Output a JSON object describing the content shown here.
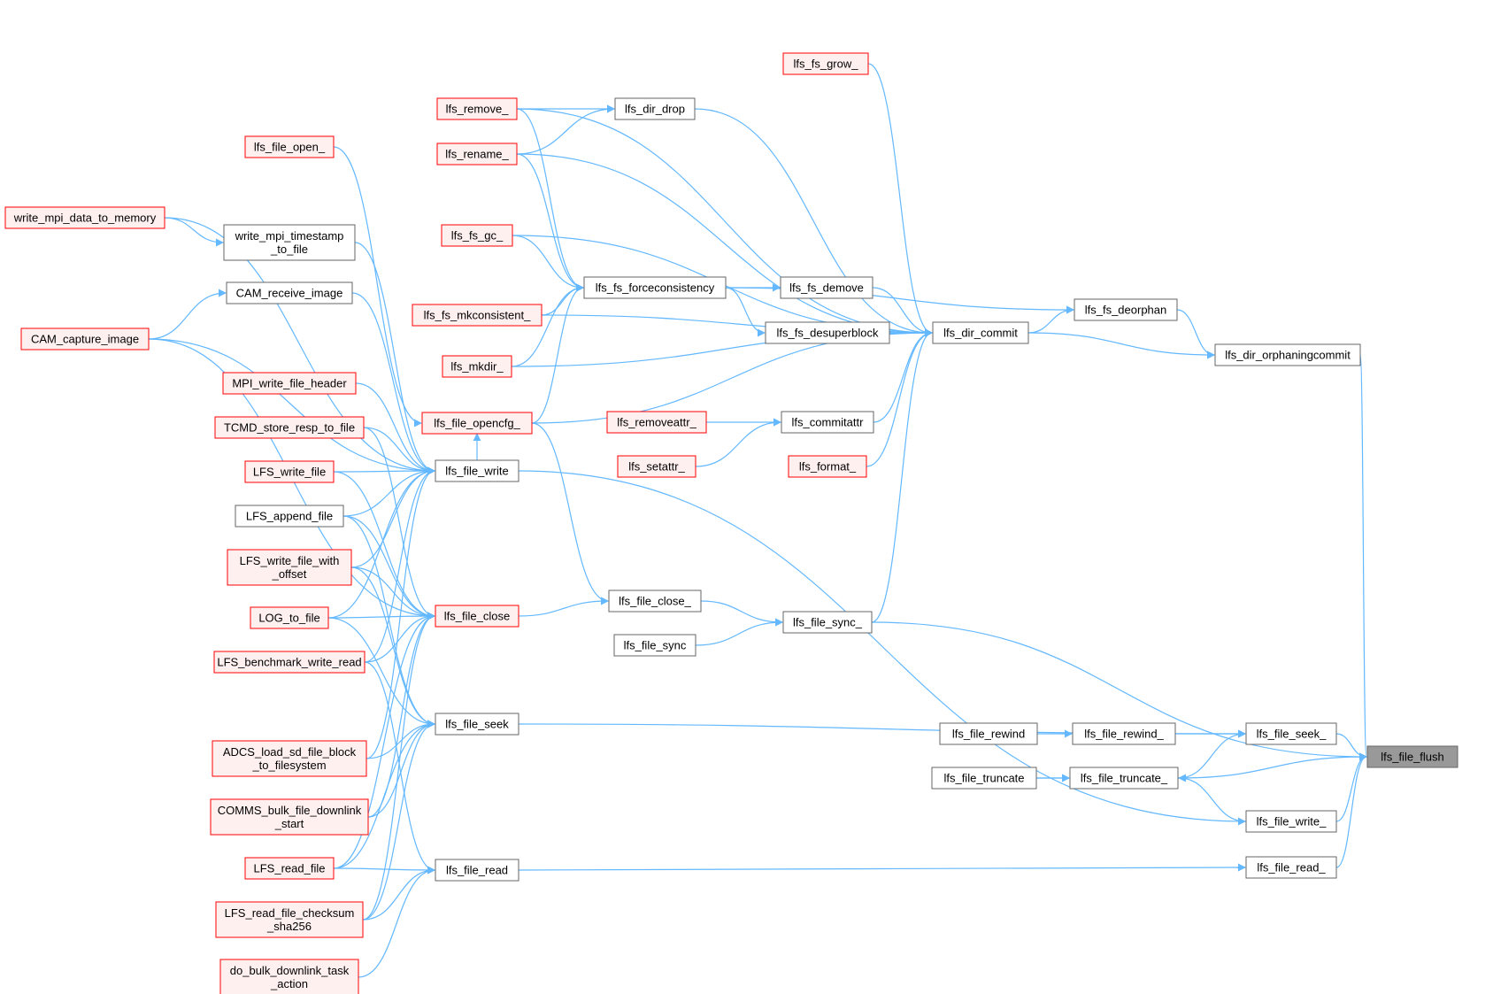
{
  "colors": {
    "edge": "#63b8ff",
    "node_border_normal": "#666666",
    "node_fill_normal": "#ffffff",
    "node_border_truncated": "#ff0000",
    "node_fill_truncated": "#fff0f0",
    "node_fill_focus": "#999999",
    "node_border_focus": "#666666"
  },
  "nodes": [
    {
      "id": "lfs_file_flush",
      "lines": [
        "lfs_file_flush"
      ],
      "style": "focus"
    },
    {
      "id": "lfs_dir_orphaningcommit",
      "lines": [
        "lfs_dir_orphaningcommit"
      ],
      "style": "normal"
    },
    {
      "id": "lfs_file_seek_",
      "lines": [
        "lfs_file_seek_"
      ],
      "style": "normal"
    },
    {
      "id": "lfs_file_truncate_",
      "lines": [
        "lfs_file_truncate_"
      ],
      "style": "normal"
    },
    {
      "id": "lfs_file_write_",
      "lines": [
        "lfs_file_write_"
      ],
      "style": "normal"
    },
    {
      "id": "lfs_file_read_",
      "lines": [
        "lfs_file_read_"
      ],
      "style": "normal"
    },
    {
      "id": "lfs_fs_deorphan",
      "lines": [
        "lfs_fs_deorphan"
      ],
      "style": "normal"
    },
    {
      "id": "lfs_dir_commit",
      "lines": [
        "lfs_dir_commit"
      ],
      "style": "normal"
    },
    {
      "id": "lfs_file_rewind_",
      "lines": [
        "lfs_file_rewind_"
      ],
      "style": "normal"
    },
    {
      "id": "lfs_file_rewind",
      "lines": [
        "lfs_file_rewind"
      ],
      "style": "normal"
    },
    {
      "id": "lfs_file_truncate",
      "lines": [
        "lfs_file_truncate"
      ],
      "style": "normal"
    },
    {
      "id": "lfs_fs_grow_",
      "lines": [
        "lfs_fs_grow_"
      ],
      "style": "truncated"
    },
    {
      "id": "lfs_dir_drop",
      "lines": [
        "lfs_dir_drop"
      ],
      "style": "normal"
    },
    {
      "id": "lfs_fs_demove",
      "lines": [
        "lfs_fs_demove"
      ],
      "style": "normal"
    },
    {
      "id": "lfs_fs_desuperblock",
      "lines": [
        "lfs_fs_desuperblock"
      ],
      "style": "normal"
    },
    {
      "id": "lfs_commitattr",
      "lines": [
        "lfs_commitattr"
      ],
      "style": "normal"
    },
    {
      "id": "lfs_format_",
      "lines": [
        "lfs_format_"
      ],
      "style": "truncated"
    },
    {
      "id": "lfs_file_sync_",
      "lines": [
        "lfs_file_sync_"
      ],
      "style": "normal"
    },
    {
      "id": "lfs_removeattr_",
      "lines": [
        "lfs_removeattr_"
      ],
      "style": "truncated"
    },
    {
      "id": "lfs_setattr_",
      "lines": [
        "lfs_setattr_"
      ],
      "style": "truncated"
    },
    {
      "id": "lfs_file_close_",
      "lines": [
        "lfs_file_close_"
      ],
      "style": "normal"
    },
    {
      "id": "lfs_file_sync",
      "lines": [
        "lfs_file_sync"
      ],
      "style": "normal"
    },
    {
      "id": "lfs_fs_forceconsistency",
      "lines": [
        "lfs_fs_forceconsistency"
      ],
      "style": "normal"
    },
    {
      "id": "lfs_remove_",
      "lines": [
        "lfs_remove_"
      ],
      "style": "truncated"
    },
    {
      "id": "lfs_rename_",
      "lines": [
        "lfs_rename_"
      ],
      "style": "truncated"
    },
    {
      "id": "lfs_fs_gc_",
      "lines": [
        "lfs_fs_gc_"
      ],
      "style": "truncated"
    },
    {
      "id": "lfs_fs_mkconsistent_",
      "lines": [
        "lfs_fs_mkconsistent_"
      ],
      "style": "truncated"
    },
    {
      "id": "lfs_mkdir_",
      "lines": [
        "lfs_mkdir_"
      ],
      "style": "truncated"
    },
    {
      "id": "lfs_file_opencfg_",
      "lines": [
        "lfs_file_opencfg_"
      ],
      "style": "truncated"
    },
    {
      "id": "lfs_file_write",
      "lines": [
        "lfs_file_write"
      ],
      "style": "normal"
    },
    {
      "id": "lfs_file_close",
      "lines": [
        "lfs_file_close"
      ],
      "style": "truncated"
    },
    {
      "id": "lfs_file_seek",
      "lines": [
        "lfs_file_seek"
      ],
      "style": "normal"
    },
    {
      "id": "lfs_file_read",
      "lines": [
        "lfs_file_read"
      ],
      "style": "normal"
    },
    {
      "id": "lfs_file_open_",
      "lines": [
        "lfs_file_open_"
      ],
      "style": "truncated"
    },
    {
      "id": "write_mpi_data_to_memory",
      "lines": [
        "write_mpi_data_to_memory"
      ],
      "style": "truncated"
    },
    {
      "id": "write_mpi_timestamp_to_file",
      "lines": [
        "write_mpi_timestamp",
        "_to_file"
      ],
      "style": "normal"
    },
    {
      "id": "CAM_receive_image",
      "lines": [
        "CAM_receive_image"
      ],
      "style": "normal"
    },
    {
      "id": "CAM_capture_image",
      "lines": [
        "CAM_capture_image"
      ],
      "style": "truncated"
    },
    {
      "id": "MPI_write_file_header",
      "lines": [
        "MPI_write_file_header"
      ],
      "style": "truncated"
    },
    {
      "id": "TCMD_store_resp_to_file",
      "lines": [
        "TCMD_store_resp_to_file"
      ],
      "style": "truncated"
    },
    {
      "id": "LFS_write_file",
      "lines": [
        "LFS_write_file"
      ],
      "style": "truncated"
    },
    {
      "id": "LFS_append_file",
      "lines": [
        "LFS_append_file"
      ],
      "style": "normal"
    },
    {
      "id": "LFS_write_file_with_offset",
      "lines": [
        "LFS_write_file_with",
        "_offset"
      ],
      "style": "truncated"
    },
    {
      "id": "LOG_to_file",
      "lines": [
        "LOG_to_file"
      ],
      "style": "truncated"
    },
    {
      "id": "LFS_benchmark_write_read",
      "lines": [
        "LFS_benchmark_write_read"
      ],
      "style": "truncated"
    },
    {
      "id": "ADCS_load_sd_file_block_to_filesystem",
      "lines": [
        "ADCS_load_sd_file_block",
        "_to_filesystem"
      ],
      "style": "truncated"
    },
    {
      "id": "COMMS_bulk_file_downlink_start",
      "lines": [
        "COMMS_bulk_file_downlink",
        "_start"
      ],
      "style": "truncated"
    },
    {
      "id": "LFS_read_file",
      "lines": [
        "LFS_read_file"
      ],
      "style": "truncated"
    },
    {
      "id": "LFS_read_file_checksum_sha256",
      "lines": [
        "LFS_read_file_checksum",
        "_sha256"
      ],
      "style": "truncated"
    },
    {
      "id": "do_bulk_downlink_task_action",
      "lines": [
        "do_bulk_downlink_task",
        "_action"
      ],
      "style": "truncated"
    }
  ],
  "edges": [
    [
      "lfs_dir_orphaningcommit",
      "lfs_file_flush"
    ],
    [
      "lfs_file_seek_",
      "lfs_file_flush"
    ],
    [
      "lfs_file_truncate_",
      "lfs_file_flush"
    ],
    [
      "lfs_file_write_",
      "lfs_file_flush"
    ],
    [
      "lfs_file_read_",
      "lfs_file_flush"
    ],
    [
      "lfs_file_sync_",
      "lfs_file_flush"
    ],
    [
      "lfs_fs_deorphan",
      "lfs_dir_orphaningcommit"
    ],
    [
      "lfs_dir_commit",
      "lfs_dir_orphaningcommit"
    ],
    [
      "lfs_file_rewind_",
      "lfs_file_seek_"
    ],
    [
      "lfs_file_truncate_",
      "lfs_file_seek_"
    ],
    [
      "lfs_file_seek",
      "lfs_file_seek_"
    ],
    [
      "lfs_file_truncate",
      "lfs_file_truncate_"
    ],
    [
      "lfs_file_write_",
      "lfs_file_truncate_"
    ],
    [
      "lfs_file_write",
      "lfs_file_write_"
    ],
    [
      "lfs_file_read",
      "lfs_file_read_"
    ],
    [
      "lfs_dir_commit",
      "lfs_fs_deorphan"
    ],
    [
      "lfs_fs_forceconsistency",
      "lfs_fs_deorphan"
    ],
    [
      "lfs_file_rewind",
      "lfs_file_rewind_"
    ],
    [
      "lfs_file_truncate",
      "lfs_file_truncate_"
    ],
    [
      "lfs_fs_grow_",
      "lfs_dir_commit"
    ],
    [
      "lfs_dir_drop",
      "lfs_dir_commit"
    ],
    [
      "lfs_remove_",
      "lfs_dir_commit"
    ],
    [
      "lfs_rename_",
      "lfs_dir_commit"
    ],
    [
      "lfs_fs_gc_",
      "lfs_dir_commit"
    ],
    [
      "lfs_fs_demove",
      "lfs_dir_commit"
    ],
    [
      "lfs_fs_desuperblock",
      "lfs_dir_commit"
    ],
    [
      "lfs_fs_mkconsistent_",
      "lfs_dir_commit"
    ],
    [
      "lfs_commitattr",
      "lfs_dir_commit"
    ],
    [
      "lfs_format_",
      "lfs_dir_commit"
    ],
    [
      "lfs_mkdir_",
      "lfs_dir_commit"
    ],
    [
      "lfs_file_opencfg_",
      "lfs_dir_commit"
    ],
    [
      "lfs_file_sync_",
      "lfs_dir_commit"
    ],
    [
      "lfs_remove_",
      "lfs_dir_drop"
    ],
    [
      "lfs_rename_",
      "lfs_dir_drop"
    ],
    [
      "lfs_fs_forceconsistency",
      "lfs_fs_demove"
    ],
    [
      "lfs_fs_forceconsistency",
      "lfs_fs_desuperblock"
    ],
    [
      "lfs_removeattr_",
      "lfs_commitattr"
    ],
    [
      "lfs_setattr_",
      "lfs_commitattr"
    ],
    [
      "lfs_file_close_",
      "lfs_file_sync_"
    ],
    [
      "lfs_file_sync",
      "lfs_file_sync_"
    ],
    [
      "lfs_file_opencfg_",
      "lfs_file_close_"
    ],
    [
      "lfs_file_close",
      "lfs_file_close_"
    ],
    [
      "lfs_remove_",
      "lfs_fs_forceconsistency"
    ],
    [
      "lfs_rename_",
      "lfs_fs_forceconsistency"
    ],
    [
      "lfs_fs_gc_",
      "lfs_fs_forceconsistency"
    ],
    [
      "lfs_fs_mkconsistent_",
      "lfs_fs_forceconsistency"
    ],
    [
      "lfs_mkdir_",
      "lfs_fs_forceconsistency"
    ],
    [
      "lfs_file_opencfg_",
      "lfs_fs_forceconsistency"
    ],
    [
      "lfs_file_open_",
      "lfs_file_opencfg_"
    ],
    [
      "lfs_file_write",
      "lfs_file_opencfg_"
    ],
    [
      "write_mpi_data_to_memory",
      "lfs_file_write"
    ],
    [
      "write_mpi_timestamp_to_file",
      "lfs_file_write"
    ],
    [
      "CAM_receive_image",
      "lfs_file_write"
    ],
    [
      "CAM_capture_image",
      "lfs_file_write"
    ],
    [
      "MPI_write_file_header",
      "lfs_file_write"
    ],
    [
      "TCMD_store_resp_to_file",
      "lfs_file_write"
    ],
    [
      "LFS_write_file",
      "lfs_file_write"
    ],
    [
      "LFS_append_file",
      "lfs_file_write"
    ],
    [
      "LFS_write_file_with_offset",
      "lfs_file_write"
    ],
    [
      "LOG_to_file",
      "lfs_file_write"
    ],
    [
      "LFS_benchmark_write_read",
      "lfs_file_write"
    ],
    [
      "ADCS_load_sd_file_block_to_filesystem",
      "lfs_file_write"
    ],
    [
      "TCMD_store_resp_to_file",
      "lfs_file_close"
    ],
    [
      "LFS_write_file",
      "lfs_file_close"
    ],
    [
      "LFS_append_file",
      "lfs_file_close"
    ],
    [
      "LFS_write_file_with_offset",
      "lfs_file_close"
    ],
    [
      "LOG_to_file",
      "lfs_file_close"
    ],
    [
      "CAM_capture_image",
      "lfs_file_close"
    ],
    [
      "LFS_benchmark_write_read",
      "lfs_file_close"
    ],
    [
      "COMMS_bulk_file_downlink_start",
      "lfs_file_close"
    ],
    [
      "LFS_read_file",
      "lfs_file_close"
    ],
    [
      "LFS_read_file_checksum_sha256",
      "lfs_file_close"
    ],
    [
      "LFS_append_file",
      "lfs_file_seek"
    ],
    [
      "LFS_write_file_with_offset",
      "lfs_file_seek"
    ],
    [
      "LOG_to_file",
      "lfs_file_seek"
    ],
    [
      "ADCS_load_sd_file_block_to_filesystem",
      "lfs_file_seek"
    ],
    [
      "COMMS_bulk_file_downlink_start",
      "lfs_file_seek"
    ],
    [
      "LFS_read_file",
      "lfs_file_seek"
    ],
    [
      "LFS_read_file_checksum_sha256",
      "lfs_file_seek"
    ],
    [
      "LFS_benchmark_write_read",
      "lfs_file_read"
    ],
    [
      "LFS_read_file",
      "lfs_file_read"
    ],
    [
      "LFS_read_file_checksum_sha256",
      "lfs_file_read"
    ],
    [
      "do_bulk_downlink_task_action",
      "lfs_file_read"
    ],
    [
      "write_mpi_data_to_memory",
      "write_mpi_timestamp_to_file"
    ],
    [
      "CAM_capture_image",
      "CAM_receive_image"
    ]
  ]
}
